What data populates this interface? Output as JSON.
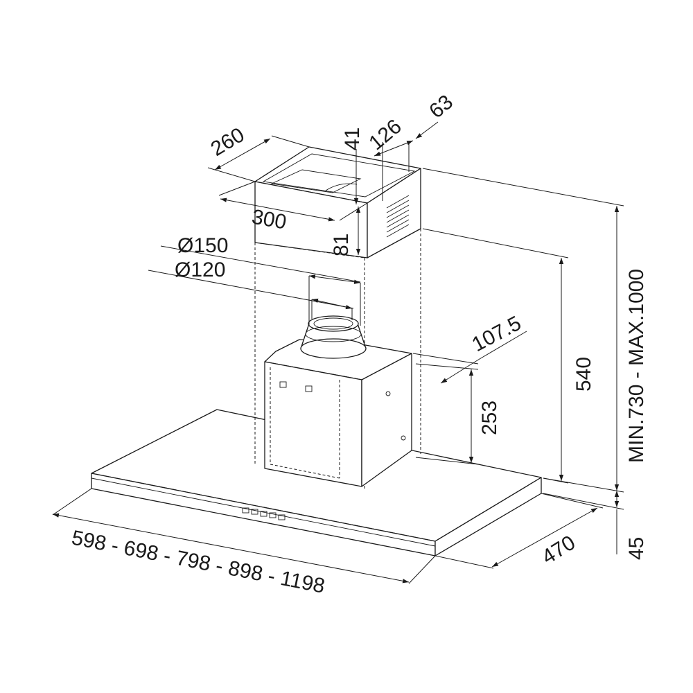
{
  "dimensions": {
    "top_width": "260",
    "top_depth": "300",
    "slot_height": "41",
    "vent_width": "126",
    "back_gap": "63",
    "chimney_top": "81",
    "duct_outer": "Ø150",
    "duct_inner": "Ø120",
    "offset": "107.5",
    "motor_height": "253",
    "chimney_height": "540",
    "total_height": "MIN.730 - MAX.1000",
    "canopy_thickness": "45",
    "canopy_depth": "470",
    "widths": "598 - 698 - 798 - 898 - 1198"
  }
}
